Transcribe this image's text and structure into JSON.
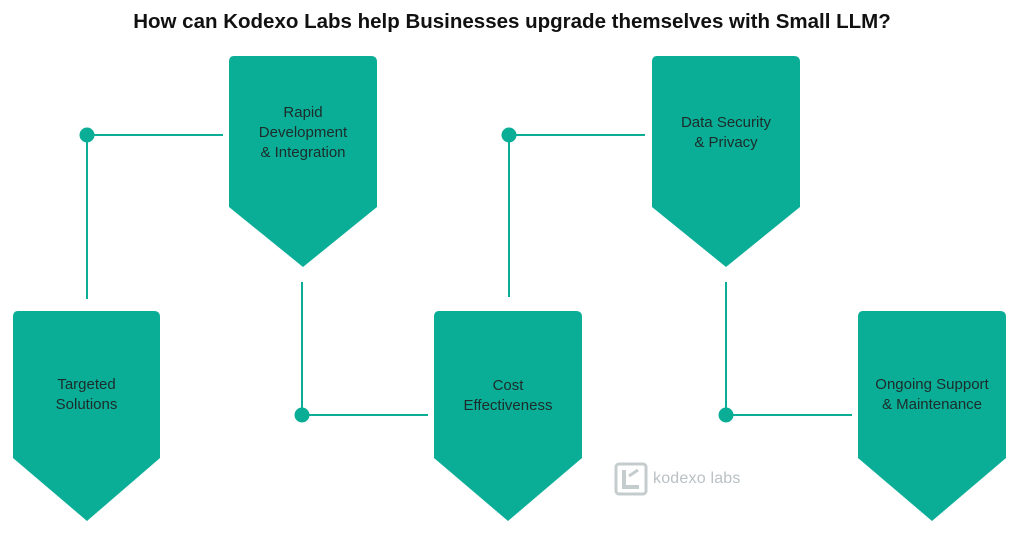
{
  "title": "How can Kodexo Labs help Businesses upgrade themselves with Small LLM?",
  "colors": {
    "shape_fill": "#0aae96",
    "connector": "#0aae96",
    "label_text": "#1d2b2a",
    "logo": "#c5ccce"
  },
  "cards": [
    {
      "id": "targeted",
      "lines": [
        "Targeted",
        "Solutions"
      ]
    },
    {
      "id": "rapid",
      "lines": [
        "Rapid",
        "Development",
        "& Integration"
      ]
    },
    {
      "id": "cost",
      "lines": [
        "Cost",
        "Effectiveness"
      ]
    },
    {
      "id": "security",
      "lines": [
        "Data Security",
        "& Privacy"
      ]
    },
    {
      "id": "support",
      "lines": [
        "Ongoing Support",
        "& Maintenance"
      ]
    }
  ],
  "logo": {
    "icon": "kodexo-logo-icon",
    "text": "kodexo labs"
  }
}
